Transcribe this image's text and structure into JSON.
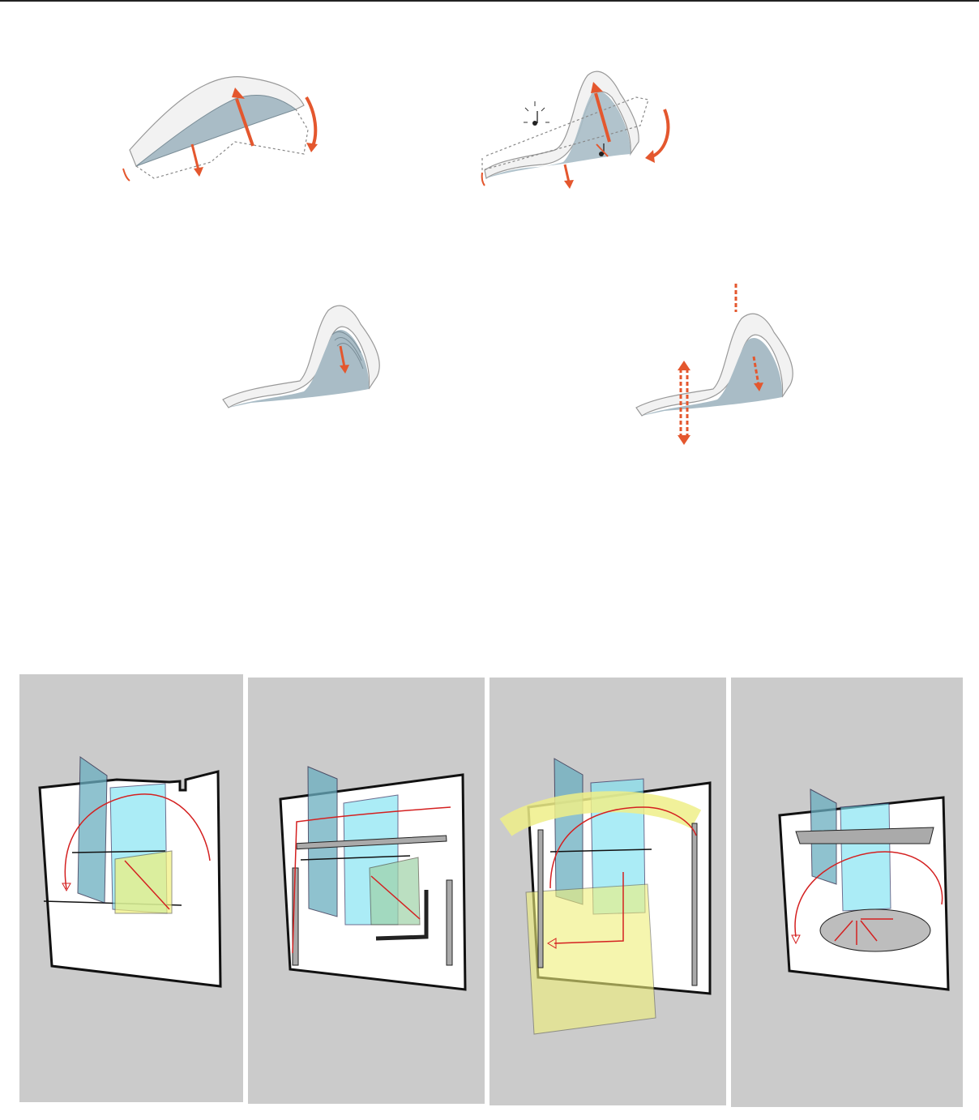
{
  "figure": {
    "colors": {
      "arrow": "#e4572e",
      "shell_fill": "#a9bcc6",
      "shell_edge": "#f2f2f2",
      "panel_bg": "#cbcbcb",
      "glass_blue": "#7fe3f2",
      "glass_yellow": "#f0f07a",
      "red_line": "#d42020"
    },
    "sketches": [
      {
        "name": "shell-sketch-1",
        "icons": [
          "curved-arrow-icon",
          "up-arrow-icon",
          "down-arrow-icon"
        ]
      },
      {
        "name": "shell-sketch-2",
        "icons": [
          "music-note-icon",
          "music-note-icon",
          "curved-arrow-icon"
        ]
      },
      {
        "name": "shell-sketch-3",
        "icons": [
          "down-arrow-icon"
        ]
      },
      {
        "name": "shell-sketch-4",
        "icons": [
          "dashed-arrow-icon"
        ]
      }
    ],
    "panels": [
      {
        "name": "panel-1"
      },
      {
        "name": "panel-2"
      },
      {
        "name": "panel-3"
      },
      {
        "name": "panel-4"
      }
    ]
  }
}
